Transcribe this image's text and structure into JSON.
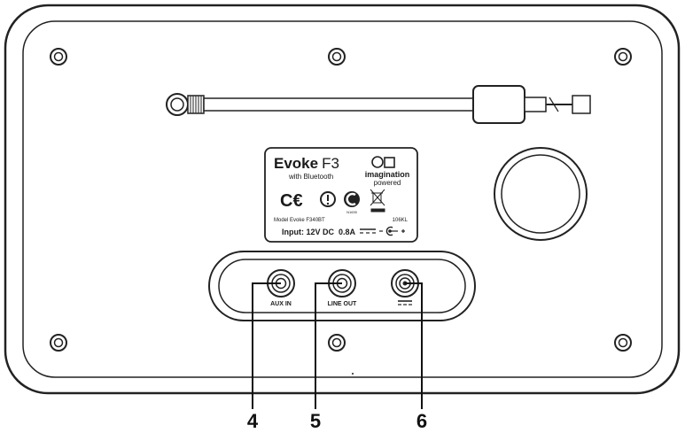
{
  "label": {
    "brand": "Evoke",
    "model_name": "F3",
    "subtitle": "with Bluetooth",
    "imagination": "imagination",
    "powered": "powered",
    "model_line": "Model Evoke F340BT",
    "code": "106KL",
    "input": "Input: 12V DC  0.8A",
    "small_cert": "N1635"
  },
  "ports": [
    {
      "name": "aux-in",
      "label": "AUX IN",
      "callout": "4"
    },
    {
      "name": "line-out",
      "label": "LINE OUT",
      "callout": "5"
    },
    {
      "name": "dc-in",
      "label": "",
      "callout": "6"
    }
  ]
}
